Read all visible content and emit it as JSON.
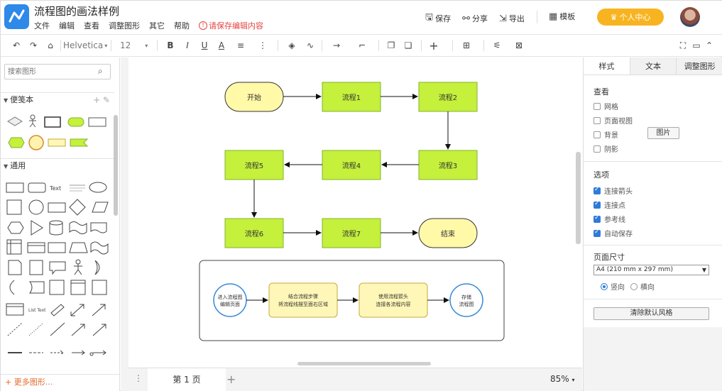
{
  "header": {
    "title": "流程图的画法样例",
    "menu": [
      "文件",
      "编辑",
      "查看",
      "调整图形",
      "其它",
      "帮助"
    ],
    "save_warning": "请保存编辑内容",
    "actions": [
      {
        "icon": "save-icon",
        "glyph": "🖫",
        "label": "保存"
      },
      {
        "icon": "share-icon",
        "glyph": "⚯",
        "label": "分享"
      },
      {
        "icon": "export-icon",
        "glyph": "⇲",
        "label": "导出"
      }
    ],
    "template": {
      "icon": "template-icon",
      "glyph": "▦",
      "label": "模板"
    },
    "user_center": "个人中心",
    "colors": {
      "brand": "#2f89e8",
      "user_center_bg": "#f8b420",
      "warning": "#e54545"
    }
  },
  "toolbar": {
    "font": "Helvetica",
    "font_size": "12",
    "glyphs": {
      "undo": "↶",
      "redo": "↷",
      "format_paint": "⌂",
      "bold": "B",
      "italic": "I",
      "underline": "U",
      "font_color": "A",
      "align": "≡",
      "more": "⋮",
      "fill": "◈",
      "line_style": "∿",
      "connector": "→",
      "waypoint": "⌐",
      "to_front": "❐",
      "to_back": "❏",
      "insert": "+",
      "table": "⊞",
      "edit_style": "⚟",
      "grid": "⊠",
      "fit": "⛶",
      "panel": "▭",
      "collapse": "⌃"
    }
  },
  "left_panel": {
    "search_placeholder": "搜索图形",
    "sections": [
      "便笺本",
      "通用"
    ],
    "more_shapes": "+ 更多图形...",
    "text_shape_label": "Text",
    "list_text_label": "List Text"
  },
  "canvas": {
    "nodes": {
      "start": "开始",
      "p1": "流程1",
      "p2": "流程2",
      "p3": "流程3",
      "p4": "流程4",
      "p5": "流程5",
      "p6": "流程6",
      "p7": "流程7",
      "end": "结束"
    },
    "group": {
      "c1": [
        "进入流程图",
        "编辑页面"
      ],
      "c2": [
        "结合流程步骤",
        "将流程线摆至面右区域"
      ],
      "c3": [
        "使用流程箭头",
        "连接各流程内容"
      ],
      "c4": [
        "存储",
        "流程图"
      ]
    },
    "colors": {
      "process_fill": "#c5f03b",
      "process_stroke": "#82b331",
      "terminal_fill": "#fff9a8",
      "note_fill": "#fff7b8",
      "circle_stroke": "#3b8ad9"
    }
  },
  "bottom": {
    "page_tab": "第 1 页",
    "add_page": "+",
    "zoom": "85%"
  },
  "right_panel": {
    "tabs": [
      "样式",
      "文本",
      "调整图形"
    ],
    "view_title": "查看",
    "view_options": [
      {
        "label": "网格",
        "checked": false
      },
      {
        "label": "页面视图",
        "checked": false
      },
      {
        "label": "背景",
        "checked": false
      },
      {
        "label": "阴影",
        "checked": false
      }
    ],
    "image_button": "图片",
    "options_title": "选项",
    "options": [
      {
        "label": "连接箭头",
        "checked": true
      },
      {
        "label": "连接点",
        "checked": true
      },
      {
        "label": "参考线",
        "checked": true
      },
      {
        "label": "自动保存",
        "checked": true
      }
    ],
    "page_size_title": "页面尺寸",
    "page_size_value": "A4 (210 mm x 297 mm)",
    "orientation": {
      "portrait": "竖向",
      "landscape": "横向",
      "selected": "portrait"
    },
    "clear_style_button": "清除默认风格"
  }
}
